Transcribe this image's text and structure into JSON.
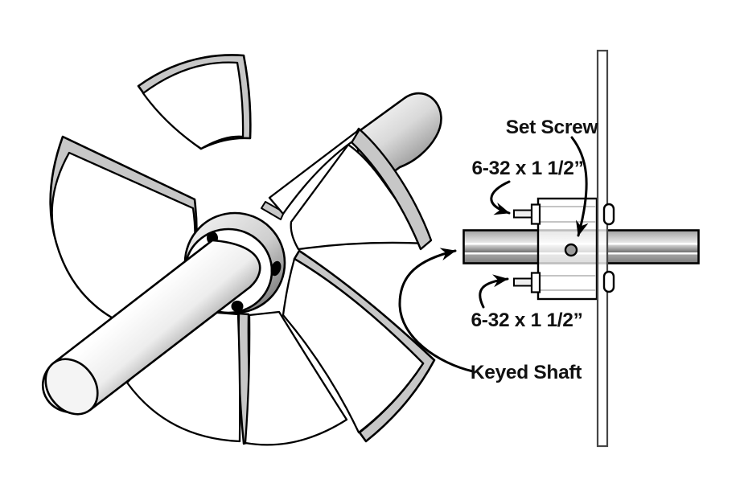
{
  "diagram": {
    "labels": {
      "set_screw": "Set Screw",
      "screw_spec_top": "6-32 x 1 1/2”",
      "screw_spec_bottom": "6-32 x 1 1/2”",
      "keyed_shaft": "Keyed Shaft"
    },
    "colors": {
      "line": "#000000",
      "blade_face": "#ffffff",
      "blade_edge_band": "#c7c7c7",
      "metal_light": "#f5f5f5",
      "metal_dark": "#8a8a8a",
      "set_screw_fill": "#9c9c9c",
      "background": "#ffffff"
    }
  }
}
